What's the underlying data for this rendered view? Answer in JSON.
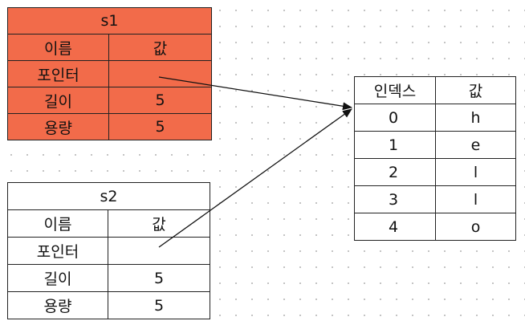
{
  "s1": {
    "title": "s1",
    "headers": [
      "이름",
      "값"
    ],
    "rows": [
      {
        "name": "포인터",
        "value": ""
      },
      {
        "name": "길이",
        "value": "5"
      },
      {
        "name": "용량",
        "value": "5"
      }
    ]
  },
  "s2": {
    "title": "s2",
    "headers": [
      "이름",
      "값"
    ],
    "rows": [
      {
        "name": "포인터",
        "value": ""
      },
      {
        "name": "길이",
        "value": "5"
      },
      {
        "name": "용량",
        "value": "5"
      }
    ]
  },
  "heap": {
    "headers": [
      "인덱스",
      "값"
    ],
    "rows": [
      {
        "index": "0",
        "value": "h"
      },
      {
        "index": "1",
        "value": "e"
      },
      {
        "index": "2",
        "value": "l"
      },
      {
        "index": "3",
        "value": "l"
      },
      {
        "index": "4",
        "value": "o"
      }
    ]
  },
  "colors": {
    "s1_fill": "#f26b4a",
    "s2_fill": "#ffffff",
    "heap_fill": "#ffffff"
  }
}
